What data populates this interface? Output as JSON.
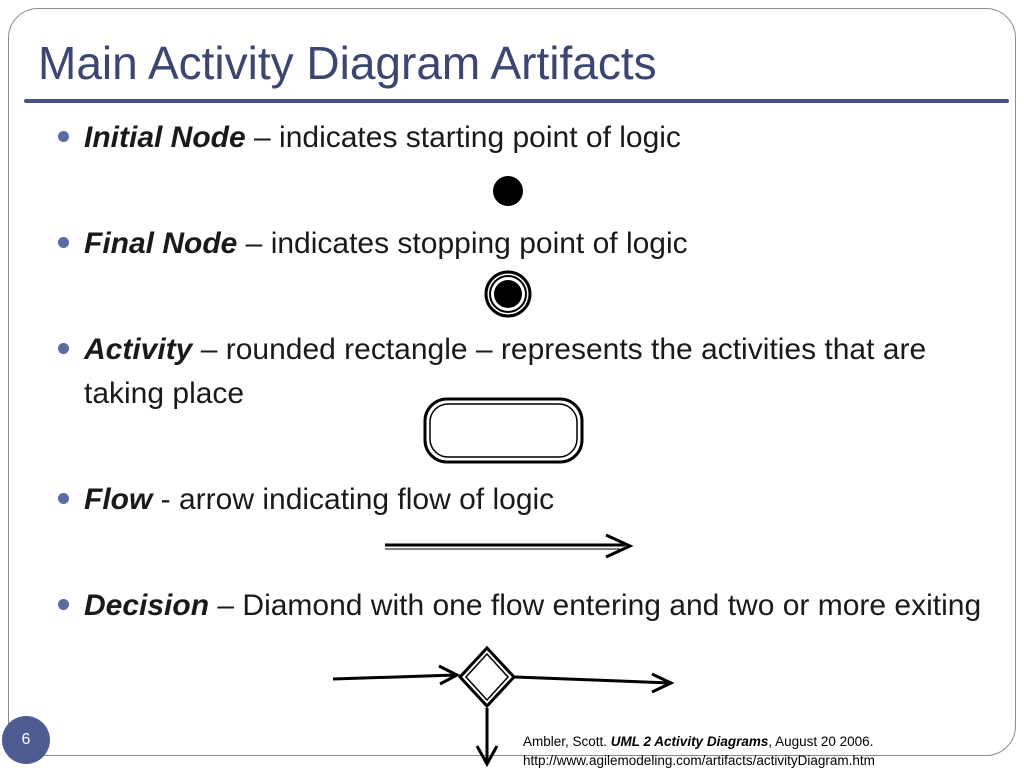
{
  "slide": {
    "title": "Main Activity Diagram Artifacts",
    "page_number": "6"
  },
  "bullets": [
    {
      "term": "Initial Node",
      "text": " – indicates starting point of logic"
    },
    {
      "term": "Final Node",
      "text": " – indicates stopping point of logic"
    },
    {
      "term": "Activity",
      "text": " – rounded rectangle – represents the activities that are taking place"
    },
    {
      "term": "Flow",
      "text": "  - arrow indicating flow of logic"
    },
    {
      "term": "Decision",
      "text": " – Diamond with one flow entering and two or more exiting"
    }
  ],
  "citation": {
    "author": "Ambler, Scott. ",
    "title": "UML 2 Activity Diagrams",
    "date": ",  August 20 2006.",
    "url": "http://www.agilemodeling.com/artifacts/activityDiagram.htm"
  },
  "colors": {
    "title": "#3c4670",
    "rule": "#4b5283",
    "bullet_dot": "#5b6aa3",
    "page_badge": "#4f5b93"
  }
}
